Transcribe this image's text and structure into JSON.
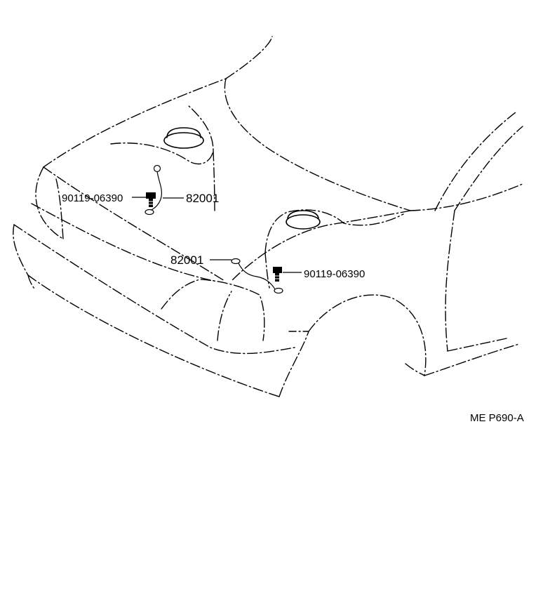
{
  "parts": {
    "bolt_left": {
      "label": "90119-06390"
    },
    "wire_left": {
      "label": "82001"
    },
    "wire_right": {
      "label": "82001"
    },
    "bolt_right": {
      "label": "90119-06390"
    }
  },
  "figure_ref": "ME P690-A"
}
